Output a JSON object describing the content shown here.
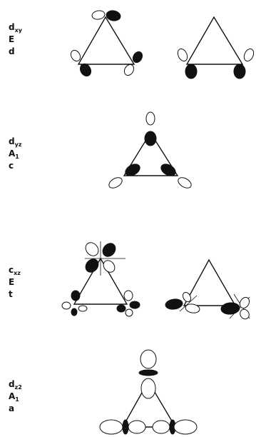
{
  "groups": [
    {
      "orbital": "d",
      "orbital_sub": "xy",
      "symmetry": "E",
      "symmetry_sub": "",
      "letter": "d"
    },
    {
      "orbital": "d",
      "orbital_sub": "yz",
      "symmetry": "A",
      "symmetry_sub": "1",
      "letter": "c"
    },
    {
      "orbital": "c",
      "orbital_sub": "xz",
      "symmetry": "E",
      "symmetry_sub": "",
      "letter": "t"
    },
    {
      "orbital": "d",
      "orbital_sub": "z2",
      "symmetry": "A",
      "symmetry_sub": "1",
      "letter": "a"
    }
  ],
  "colors": {
    "ink": "#111111",
    "paper": "#ffffff"
  }
}
